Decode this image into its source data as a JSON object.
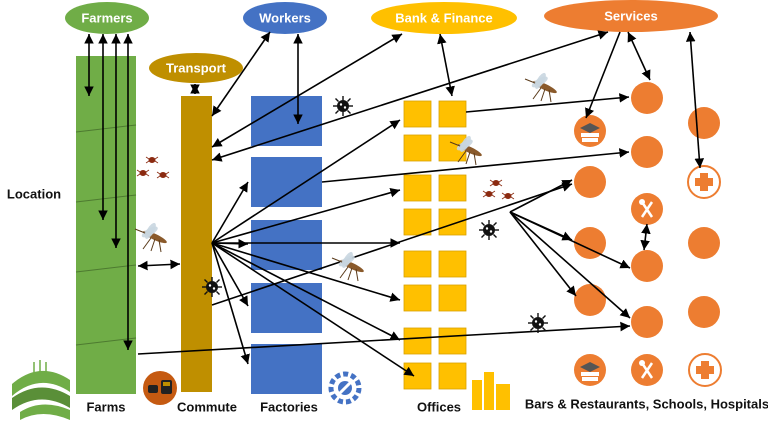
{
  "diagram": {
    "nodes": {
      "farmers": "Farmers",
      "workers": "Workers",
      "bank_finance": "Bank & Finance",
      "services": "Services",
      "transport": "Transport"
    },
    "side_label": "Location",
    "bottom_labels": {
      "farms": "Farms",
      "commute": "Commute",
      "factories": "Factories",
      "offices": "Offices",
      "services": "Bars & Restaurants, Schools, Hospitals"
    },
    "colors": {
      "farm_green": "#70ad47",
      "commute_gold": "#bf8f00",
      "factory_blue": "#4472c4",
      "office_yellow": "#ffc000",
      "service_orange": "#ed7d31"
    },
    "icons": [
      "farm-field-icon",
      "car-bus-icon",
      "gear-wrench-icon",
      "office-buildings-icon",
      "school-hat-books-icon",
      "fork-spoon-icon",
      "medical-cross-icon",
      "mosquito-icon",
      "virus-icon",
      "tick-icon"
    ]
  }
}
